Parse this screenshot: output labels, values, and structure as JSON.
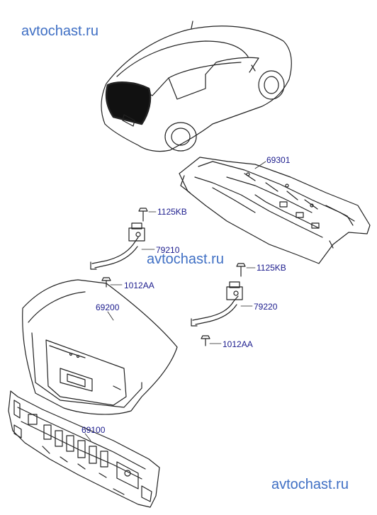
{
  "watermarks": [
    "avtochast.ru",
    "avtochast.ru",
    "avtochast.ru"
  ],
  "parts": {
    "p69301": "69301",
    "p1125kb_a": "1125KB",
    "p79210": "79210",
    "p1012aa_a": "1012AA",
    "p1125kb_b": "1125KB",
    "p79220": "79220",
    "p69200": "69200",
    "p1012aa_b": "1012AA",
    "p69100": "69100"
  },
  "colors": {
    "line": "#222222",
    "label": "#1a1a8c",
    "watermark": "#3f6fc4"
  }
}
